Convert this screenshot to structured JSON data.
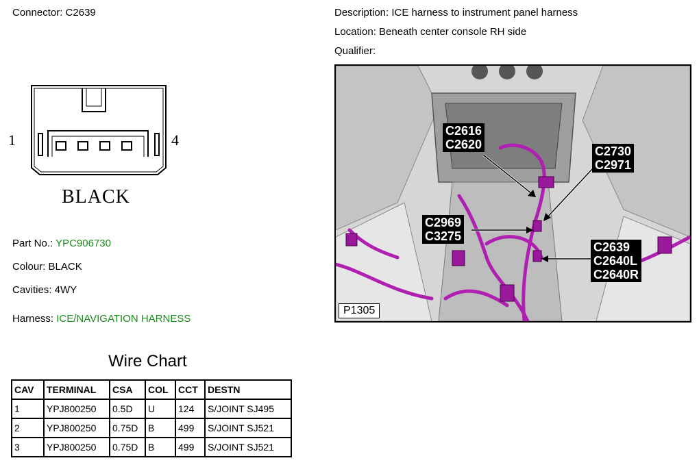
{
  "header": {
    "connector_label": "Connector: C2639",
    "description_label": "Description: ICE harness to instrument panel harness",
    "location_label": "Location: Beneath center console RH side",
    "qualifier_label": "Qualifier:"
  },
  "connector": {
    "pin_left": "1",
    "pin_right": "4",
    "color_name": "BLACK"
  },
  "details": {
    "part_no_label": "Part No.:",
    "part_no_value": "YPC906730",
    "colour": "Colour: BLACK",
    "cavities": "Cavities: 4WY",
    "harness_label": "Harness:",
    "harness_value": "ICE/NAVIGATION HARNESS"
  },
  "wire_chart": {
    "title": "Wire Chart",
    "headers": [
      "CAV",
      "TERMINAL",
      "CSA",
      "COL",
      "CCT",
      "DESTN"
    ],
    "rows": [
      [
        "1",
        "YPJ800250",
        "0.5D",
        "U",
        "124",
        "S/JOINT SJ495"
      ],
      [
        "2",
        "YPJ800250",
        "0.75D",
        "B",
        "499",
        "S/JOINT SJ521"
      ],
      [
        "3",
        "YPJ800250",
        "0.75D",
        "B",
        "499",
        "S/JOINT SJ521"
      ]
    ]
  },
  "photo": {
    "reference": "P1305",
    "callouts": {
      "top_left_1": "C2616",
      "top_left_2": "C2620",
      "top_right_1": "C2730",
      "top_right_2": "C2971",
      "mid_left_1": "C2969",
      "mid_left_2": "C3275",
      "bottom_right_1": "C2639",
      "bottom_right_2": "C2640L",
      "bottom_right_3": "C2640R"
    },
    "colors": {
      "harness": "#b020b0",
      "background": "#d9d9d9",
      "callout_bg": "#000000"
    }
  }
}
